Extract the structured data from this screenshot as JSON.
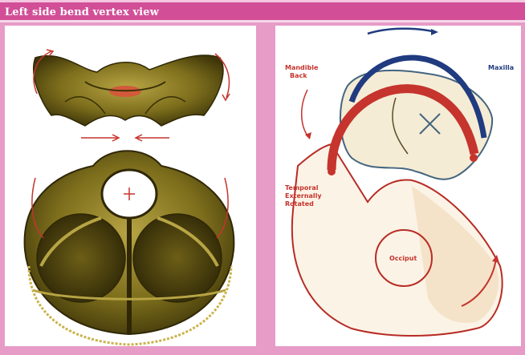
{
  "title": "Left side bend vertex view",
  "colors": {
    "background": "#e79bc7",
    "title_bar": "#d24f98",
    "bone": "#8b7a1f",
    "red_arrow": "#c5342d",
    "blue_arrow": "#203b7f"
  },
  "right_panel": {
    "labels": {
      "mandible_back": [
        "Mandible",
        "Back"
      ],
      "maxilla": "Maxilla",
      "temporal": [
        "Temporal",
        "Externally",
        "Rotated"
      ],
      "occiput": "Occiput"
    }
  }
}
